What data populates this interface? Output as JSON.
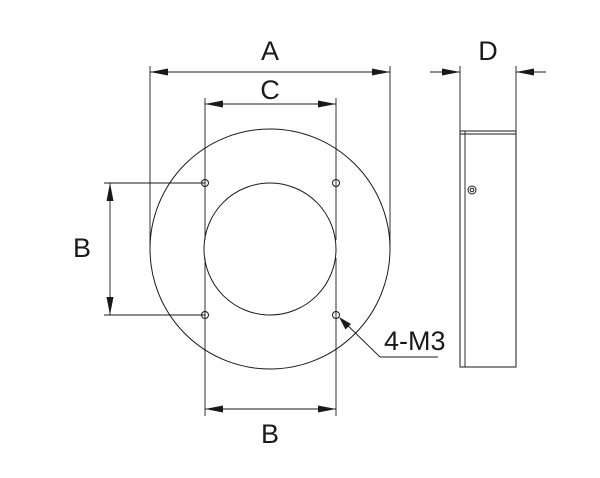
{
  "labels": {
    "a": "A",
    "b_left": "B",
    "b_bottom": "B",
    "c": "C",
    "d": "D",
    "hole_callout": "4-M3"
  },
  "colors": {
    "line": "#1a1a1a",
    "background": "#ffffff"
  }
}
